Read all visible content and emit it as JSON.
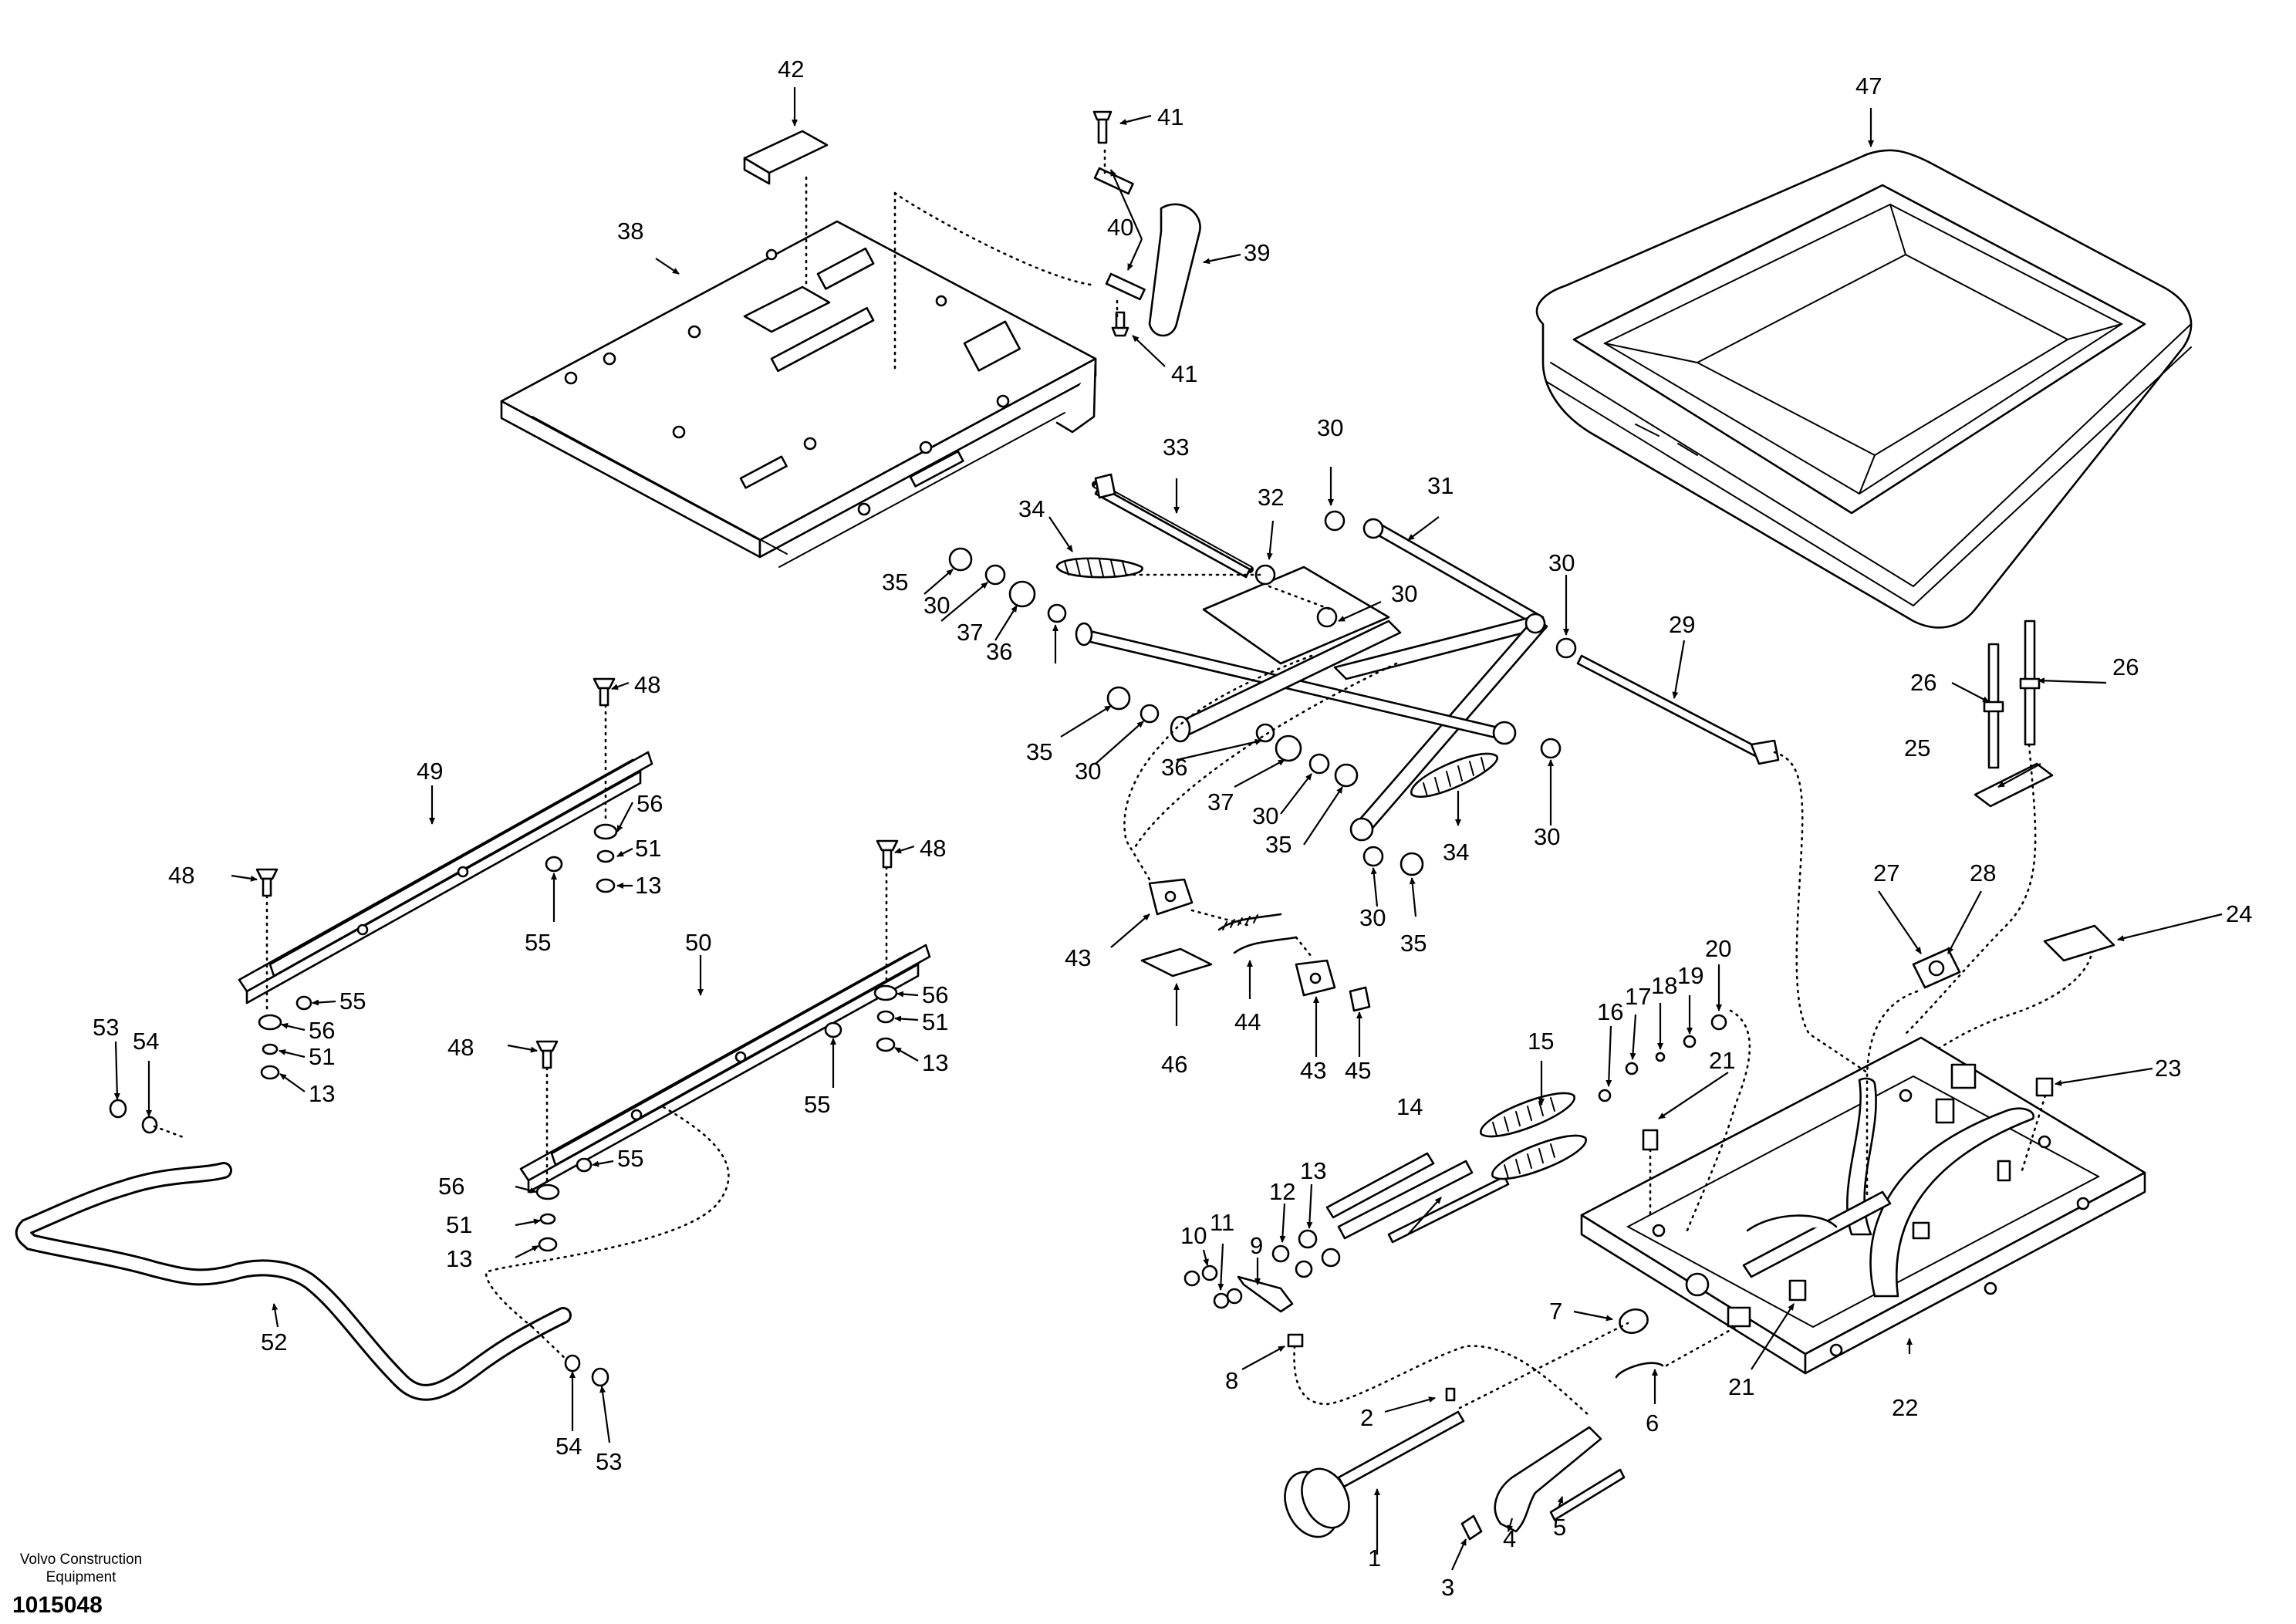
{
  "footer": {
    "brand_line1": "Volvo Construction",
    "brand_line2": "Equipment",
    "document_number": "1015048"
  },
  "callouts": [
    "1",
    "2",
    "3",
    "4",
    "5",
    "6",
    "7",
    "8",
    "9",
    "10",
    "11",
    "12",
    "13",
    "14",
    "15",
    "16",
    "17",
    "18",
    "19",
    "20",
    "21",
    "22",
    "23",
    "24",
    "25",
    "26",
    "27",
    "28",
    "29",
    "30",
    "31",
    "32",
    "33",
    "34",
    "35",
    "36",
    "37",
    "38",
    "39",
    "40",
    "41",
    "42",
    "43",
    "44",
    "45",
    "46",
    "47",
    "48",
    "49",
    "50",
    "51",
    "52",
    "53",
    "54",
    "55",
    "56"
  ]
}
